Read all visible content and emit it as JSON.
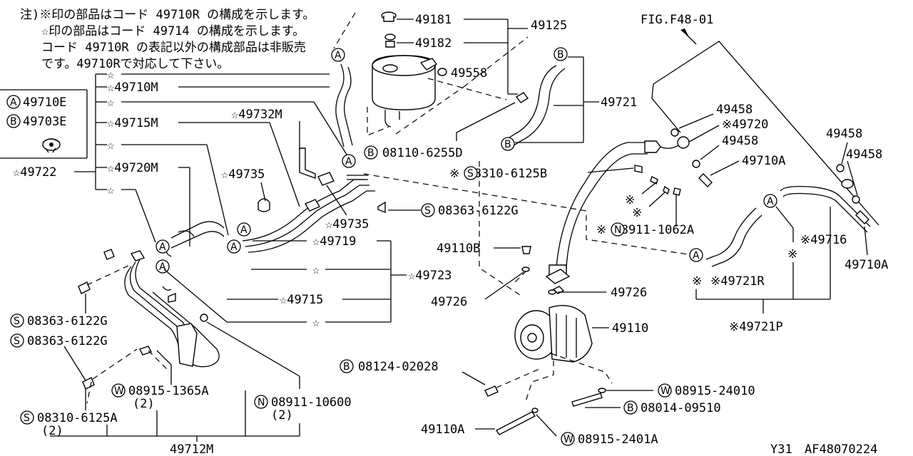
{
  "notes": {
    "line1": "注)※印の部品はコード 49710R の構成を示します。",
    "line2": "☆印の部品はコード 49714 の構成を示します。",
    "line3": "コード 49710R の表記以外の構成部品は非販売",
    "line4": "です。49710Rで対応して下さい。"
  },
  "legend": {
    "a_letter": "A",
    "a_code": "49710E",
    "b_letter": "B",
    "b_code": "49703E"
  },
  "fig_ref": "FIG.F48-01",
  "footer": {
    "model": "Y31",
    "drawing": "AF48070224"
  },
  "callouts": {
    "c49181": "49181",
    "c49182": "49182",
    "c49125": "49125",
    "c49558": "49558",
    "c49721": "49721",
    "c49458a": "49458",
    "c49720": "※49720",
    "c49458b": "49458",
    "c49710A_a": "49710A",
    "c49458c": "49458",
    "c49458d": "49458",
    "c08110": "08110-6255D",
    "c08310a": "※ 08310-6125B",
    "c08363a": "08363-6122G",
    "c08911a": "※ 08911-1062A",
    "c49716": "※49716",
    "c49710A_b": "49710A",
    "c49721R": "※49721R",
    "c49721P": "※49721P",
    "c49110B": "49110B",
    "c49726a": "49726",
    "c49726b": "49726",
    "c49110": "49110",
    "c08124": "08124-02028",
    "c08915a": "08915-24010",
    "c08014": "08014-09510",
    "c49110A": "49110A",
    "c08915b": "08915-2401A",
    "c49732M": "☆49732M",
    "c49735a": "☆49735",
    "c49735b": "☆49735",
    "c49719": "☆49719",
    "c49723": "☆49723",
    "c49715": "☆49715",
    "c49710M": "☆49710M",
    "c49715M": "☆49715M",
    "c49720M": "☆49720M",
    "c49722": "☆49722",
    "c08363b": "08363-6122G",
    "c08363c": "08363-6122G",
    "c08915c": "08915-1365A",
    "c08915c_qty": "(2)",
    "c08911b": "08911-10600",
    "c08911b_qty": "(2)",
    "c08310b": "08310-6125A",
    "c08310b_qty": "(2)",
    "c49712M": "49712M",
    "star": "☆",
    "mark": "※",
    "S": "S",
    "B": "B",
    "N": "N",
    "W": "W",
    "A": "A"
  }
}
